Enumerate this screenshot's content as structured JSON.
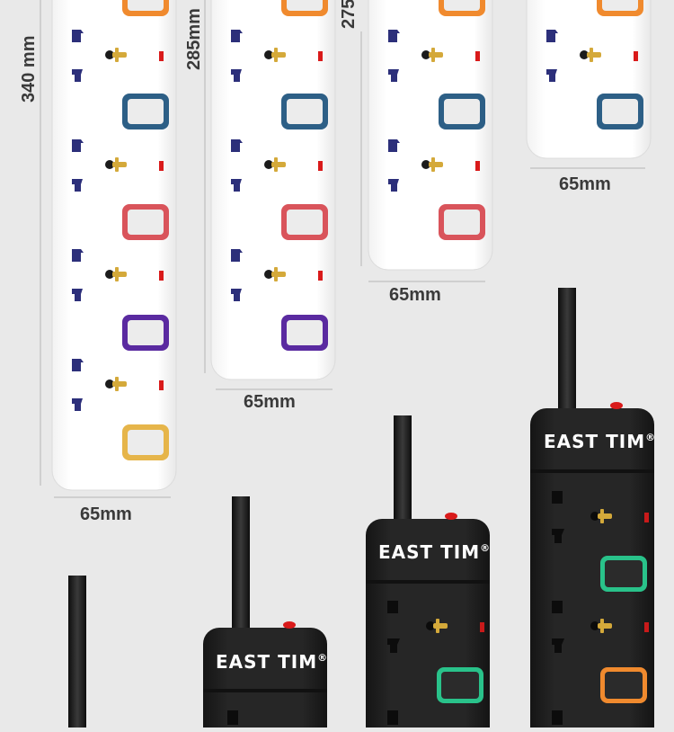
{
  "dimensions": {
    "strip_a_length": "340 mm",
    "strip_b_length": "285mm",
    "strip_c_length": "275",
    "width_a": "65mm",
    "width_b": "65mm",
    "width_c": "65mm",
    "width_d": "65mm"
  },
  "brand": {
    "logo_a": "EAST TIM",
    "logo_b": "EAST TIM",
    "logo_c": "EAST TIM",
    "registered_mark": "®"
  },
  "colors": {
    "background": "#e9e9e9",
    "white_body": "#ffffff",
    "black_body": "#1f1f1f",
    "socket_blue": "#2c2f7a",
    "switch_orange": "#f08a2e",
    "switch_blue": "#2d5f86",
    "switch_red": "#d9545b",
    "switch_purple": "#5a2aa0",
    "switch_gold": "#e6b54a",
    "switch_green": "#29c28a",
    "indicator_red": "#d91a1a"
  }
}
